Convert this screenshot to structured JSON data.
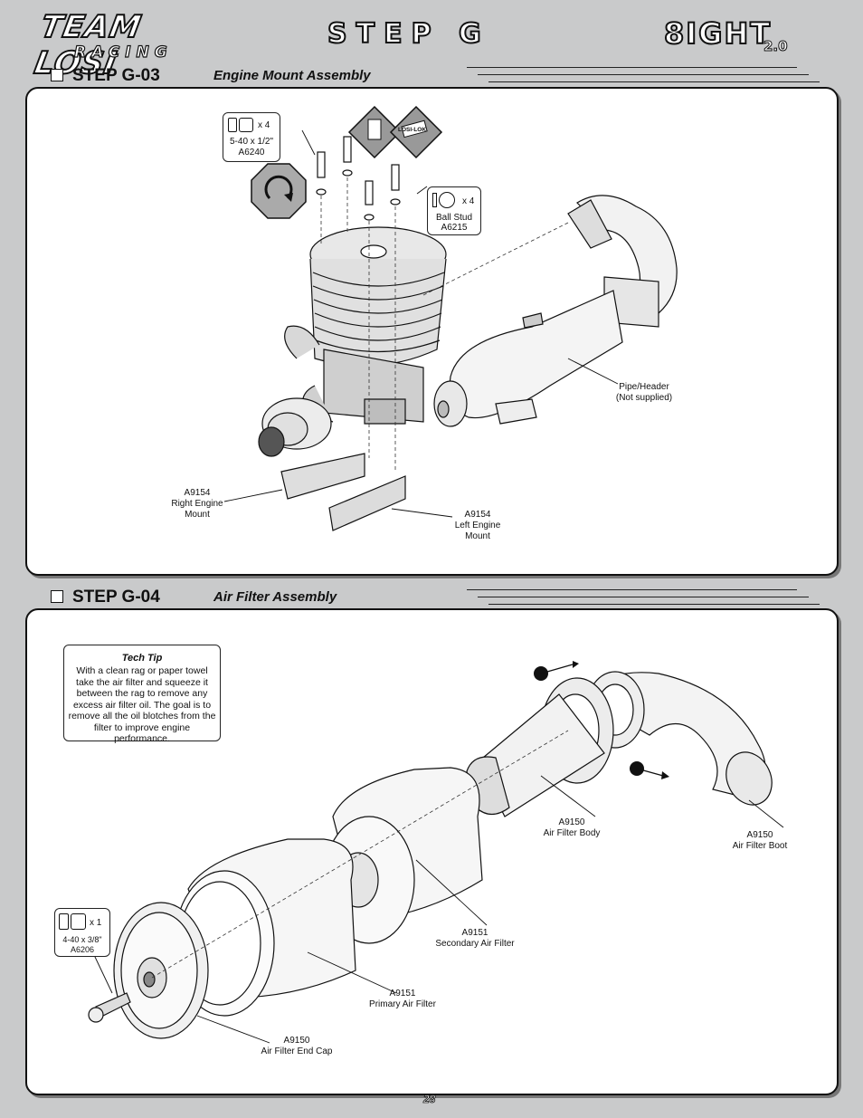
{
  "header": {
    "logo_main": "TEAM LOSI",
    "logo_sub": "RACING",
    "page_title": "STEP G",
    "brand_main": "8IGHT",
    "brand_sub": "2.0"
  },
  "step_g03": {
    "label": "STEP G-03",
    "title": "Engine Mount Assembly",
    "screw_callout": {
      "qty": "x 4",
      "size": "5-40 x 1/2\"",
      "part": "A6240"
    },
    "ball_stud_callout": {
      "qty": "x 4",
      "name": "Ball Stud",
      "part": "A6215"
    },
    "loctite_label": "LOSI-LOK",
    "labels": {
      "right_mount": [
        "A9154",
        "Right Engine",
        "Mount"
      ],
      "left_mount": [
        "A9154",
        "Left Engine",
        "Mount"
      ],
      "pipe": [
        "Pipe/Header",
        "(Not supplied)"
      ]
    }
  },
  "step_g04": {
    "label": "STEP G-04",
    "title": "Air Filter Assembly",
    "tech_tip": {
      "heading": "Tech Tip",
      "body": "With a clean rag or paper towel take the air filter and squeeze it between the rag to remove any excess air filter oil. The goal is to remove all the oil blotches from the filter to improve engine performance."
    },
    "screw_callout": {
      "qty": "x 1",
      "size": "4-40 x 3/8\"",
      "part": "A6206"
    },
    "labels": {
      "body": [
        "A9150",
        "Air Filter Body"
      ],
      "boot": [
        "A9150",
        "Air Filter Boot"
      ],
      "secondary": [
        "A9151",
        "Secondary Air Filter"
      ],
      "primary": [
        "A9151",
        "Primary Air Filter"
      ],
      "end_cap": [
        "A9150",
        "Air Filter End Cap"
      ]
    }
  },
  "footer": {
    "page_number": "28"
  }
}
